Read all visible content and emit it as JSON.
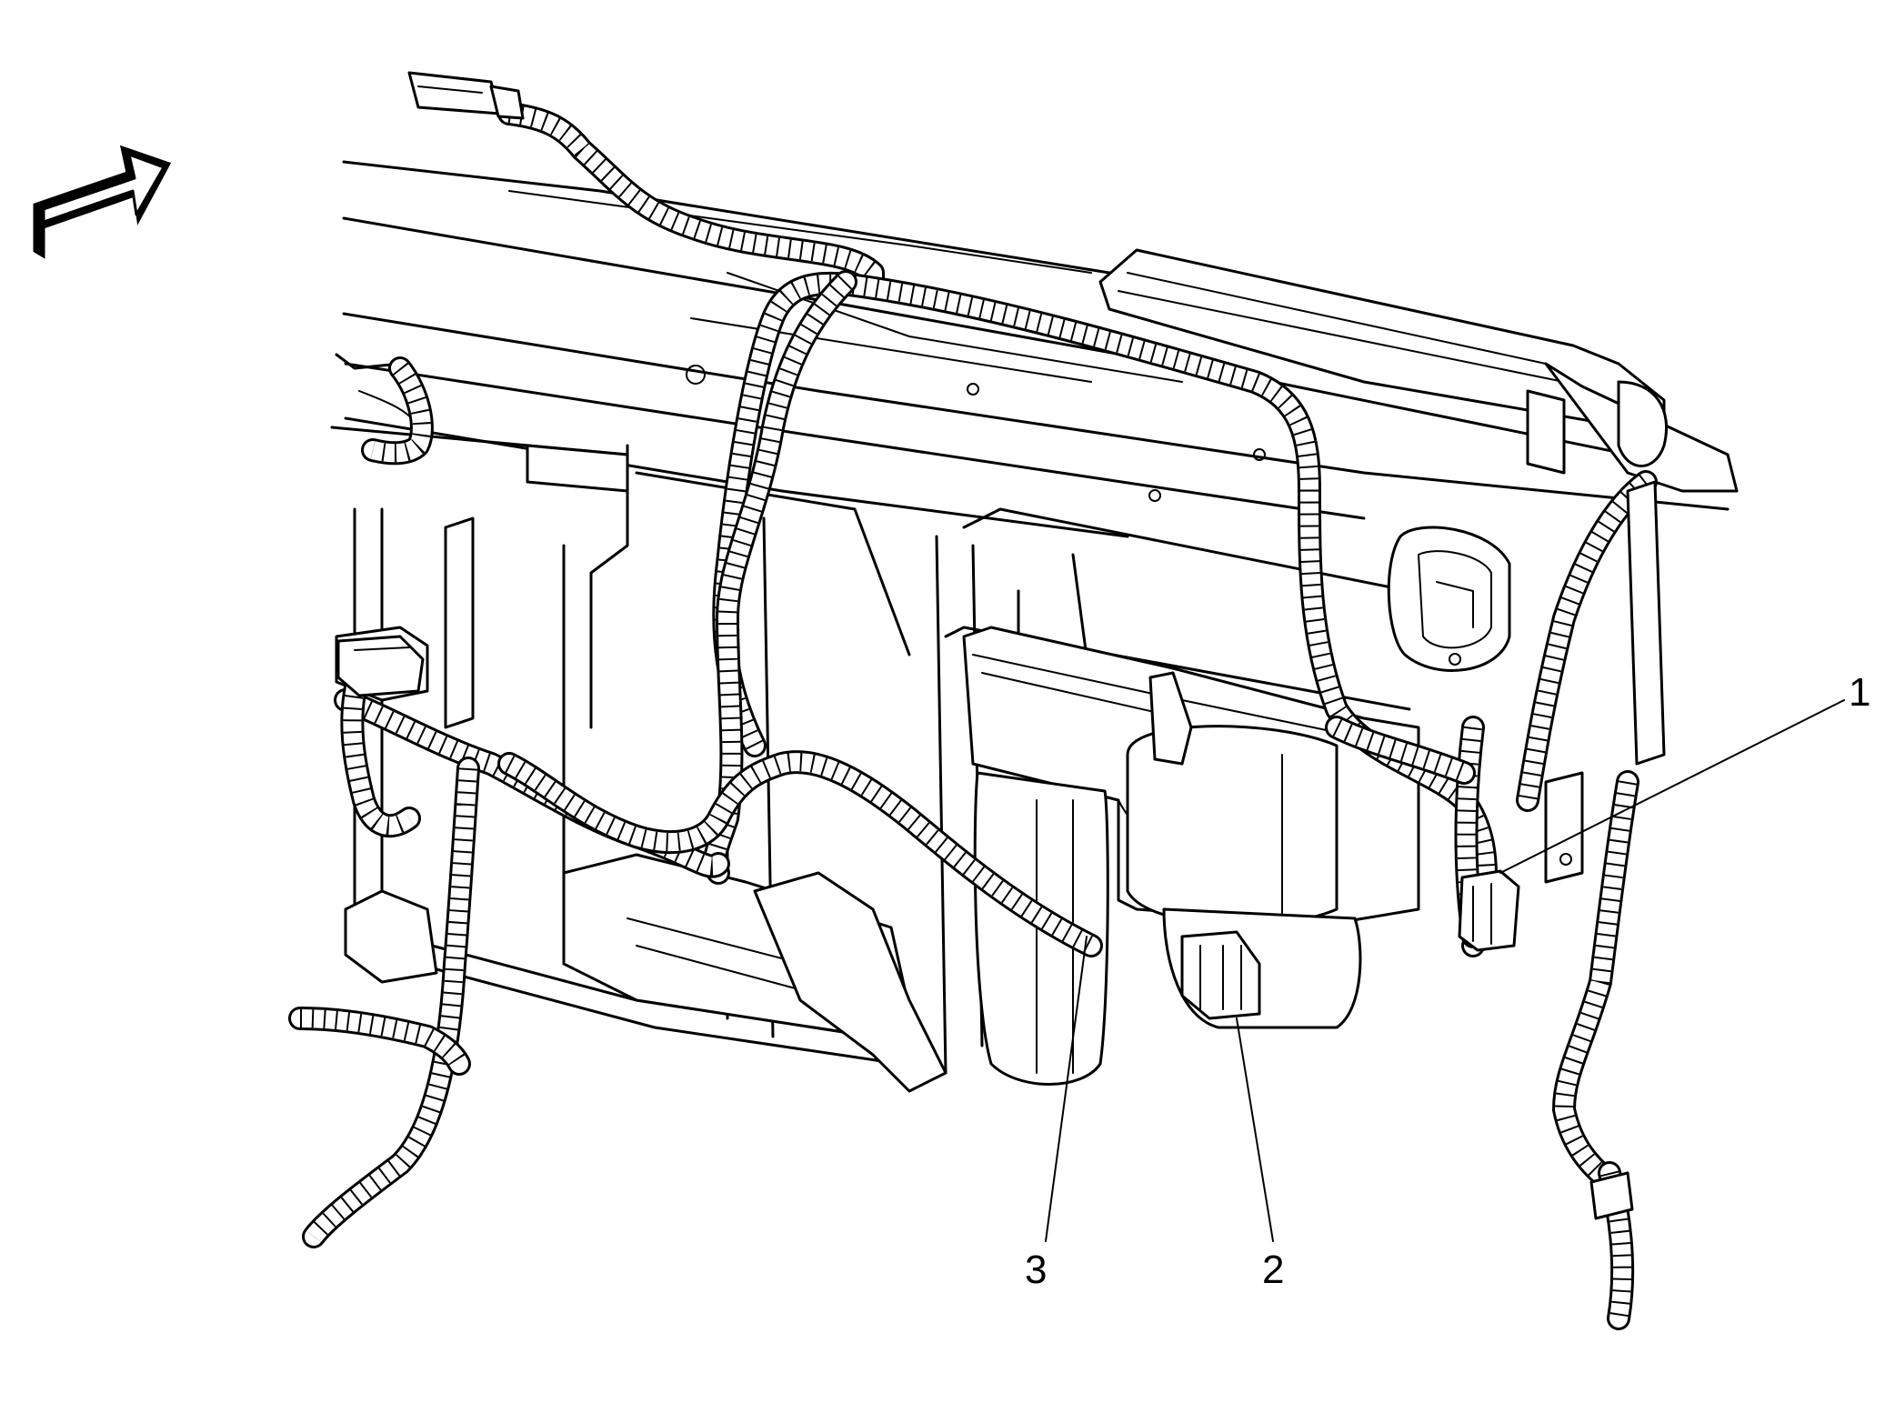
{
  "callouts": {
    "one": "1",
    "two": "2",
    "three": "3"
  },
  "icons": {
    "direction_arrow": "forward-arrow-icon"
  },
  "colors": {
    "line": "#000000",
    "background": "#ffffff"
  }
}
